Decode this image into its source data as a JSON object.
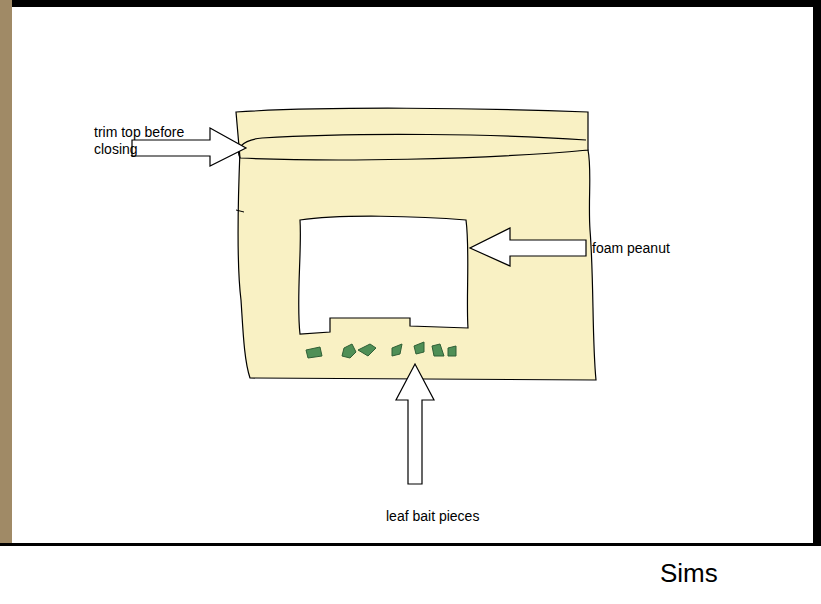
{
  "diagram": {
    "labels": [
      "trim top before closing",
      "foam peanut",
      "leaf bait pieces",
      "Sims"
    ]
  }
}
